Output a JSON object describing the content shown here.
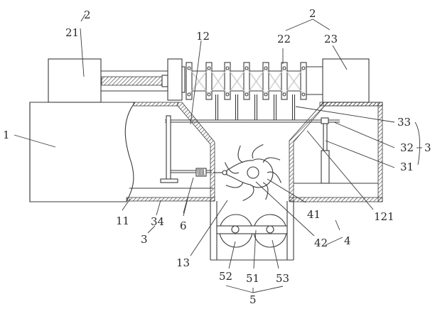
{
  "figure": {
    "type": "patent mechanical drawing",
    "labels": [
      {
        "id": "1",
        "text": "1"
      },
      {
        "id": "2-left",
        "text": "2"
      },
      {
        "id": "21",
        "text": "21"
      },
      {
        "id": "12",
        "text": "12"
      },
      {
        "id": "2-right",
        "text": "2"
      },
      {
        "id": "22",
        "text": "22"
      },
      {
        "id": "23",
        "text": "23"
      },
      {
        "id": "33",
        "text": "33"
      },
      {
        "id": "32",
        "text": "32"
      },
      {
        "id": "3-right",
        "text": "3"
      },
      {
        "id": "31",
        "text": "31"
      },
      {
        "id": "121",
        "text": "121"
      },
      {
        "id": "41",
        "text": "41"
      },
      {
        "id": "42",
        "text": "42"
      },
      {
        "id": "4",
        "text": "4"
      },
      {
        "id": "11",
        "text": "11"
      },
      {
        "id": "34",
        "text": "34"
      },
      {
        "id": "3-left",
        "text": "3"
      },
      {
        "id": "6",
        "text": "6"
      },
      {
        "id": "13",
        "text": "13"
      },
      {
        "id": "52",
        "text": "52"
      },
      {
        "id": "51",
        "text": "51"
      },
      {
        "id": "53",
        "text": "53"
      },
      {
        "id": "5",
        "text": "5"
      }
    ]
  }
}
